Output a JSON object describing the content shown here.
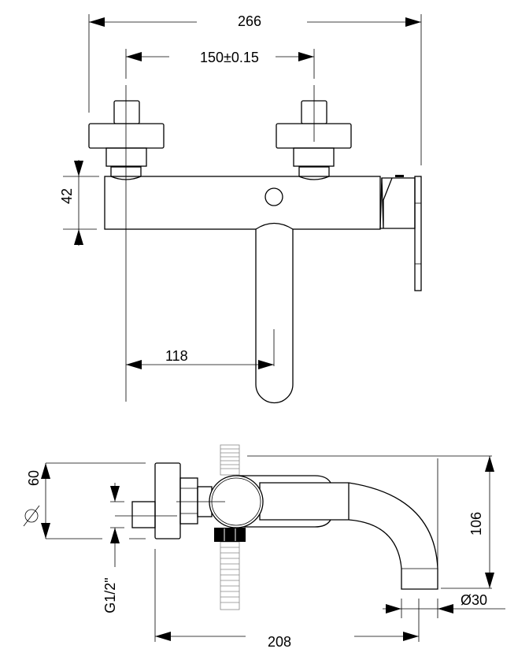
{
  "top_view": {
    "overall_width": "266",
    "inlet_spacing": "150±0.15",
    "body_diameter": "42",
    "spout_offset": "118"
  },
  "side_view": {
    "flange_diameter": "60",
    "thread": "G1/2\"",
    "height": "106",
    "spout_diameter": "Ø30",
    "projection": "208"
  }
}
